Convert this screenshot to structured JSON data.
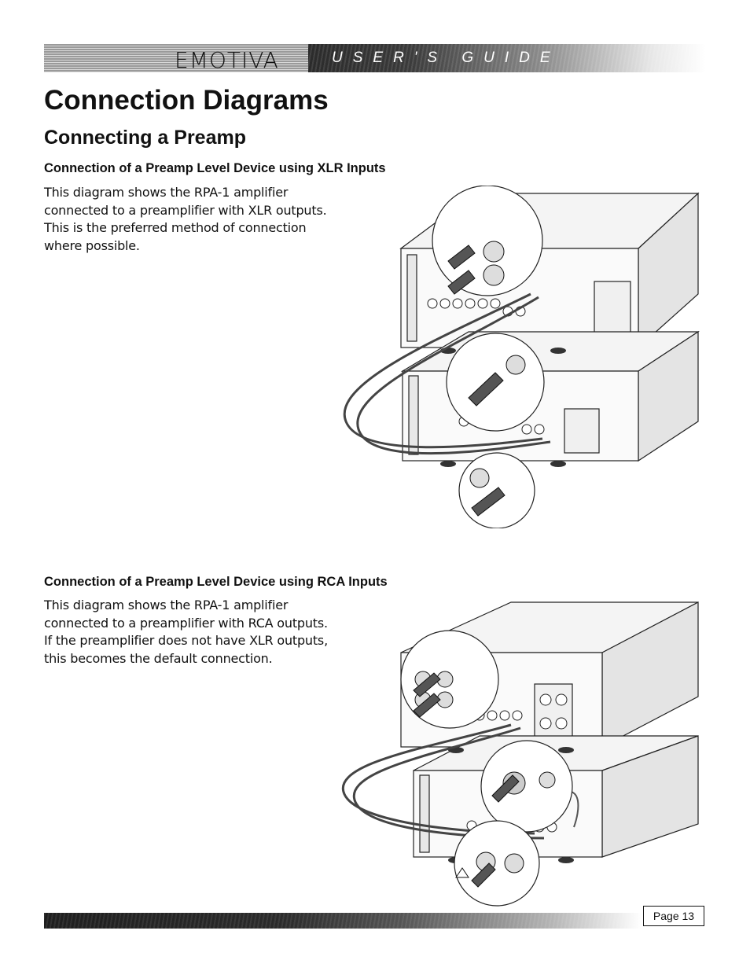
{
  "header": {
    "brand": "EMOTIVA",
    "guide": "USER'S GUIDE"
  },
  "title": "Connection Diagrams",
  "subtitle": "Connecting a Preamp",
  "sections": [
    {
      "heading": "Connection of a Preamp Level Device using XLR Inputs",
      "lines": [
        "This diagram shows the RPA-1 amplifier",
        "connected to a preamplifier with XLR outputs.",
        "This is the preferred method of connection",
        "where possible."
      ]
    },
    {
      "heading": "Connection of a Preamp Level Device using RCA Inputs",
      "lines": [
        "This diagram shows the RPA-1 amplifier",
        "connected to a preamplifier with RCA outputs.",
        "If the preamplifier does not have XLR outputs,",
        "this becomes the default connection."
      ]
    }
  ],
  "footer": {
    "page": "Page 13"
  }
}
